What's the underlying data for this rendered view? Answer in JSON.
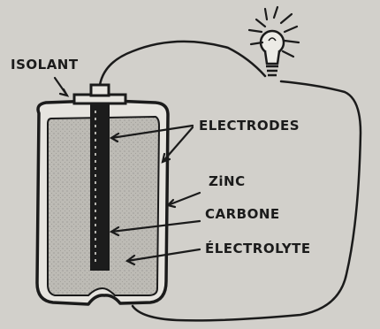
{
  "labels": {
    "isolant": "ISOLANT",
    "electrodes": "ELECTRODES",
    "zinc": "ZiNC",
    "carbone": "CARBONE",
    "electrolyte": "ÉLECTROLYTE"
  },
  "colors": {
    "background": "#d2d0cb",
    "ink": "#1b1b1b",
    "electrolyte": "#b8b6b0",
    "casing": "#e6e4df"
  }
}
